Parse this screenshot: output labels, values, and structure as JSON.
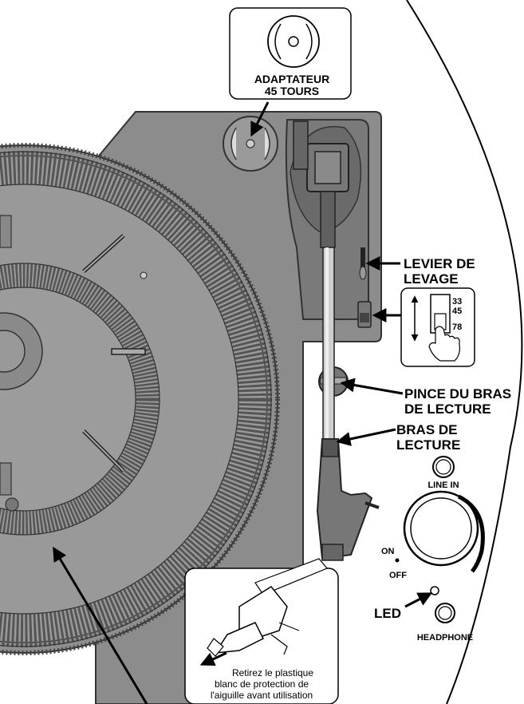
{
  "adapter": {
    "line1": "ADAPTATEUR",
    "line2": "45 TOURS"
  },
  "lift_lever": {
    "line1": "LEVIER DE",
    "line2": "LEVAGE"
  },
  "speeds": {
    "s33": "33",
    "s45": "45",
    "s78": "78"
  },
  "arm_clamp": {
    "line1": "PINCE DU BRAS",
    "line2": "DE LECTURE"
  },
  "tone_arm": {
    "line1": "BRAS DE",
    "line2": "LECTURE"
  },
  "line_in": {
    "label": "LINE IN"
  },
  "power": {
    "on": "ON",
    "off": "OFF"
  },
  "led": {
    "label": "LED"
  },
  "headphone": {
    "label": "HEADPHONE"
  },
  "stylus_note": {
    "line1": "Retirez le plastique",
    "line2": "blanc de protection de",
    "line3": "l'aiguille avant utilisation"
  },
  "colors": {
    "body": "#8c8c8c",
    "platter": "#999999",
    "dark": "#6e6e6e",
    "light": "#b5b5b5"
  }
}
